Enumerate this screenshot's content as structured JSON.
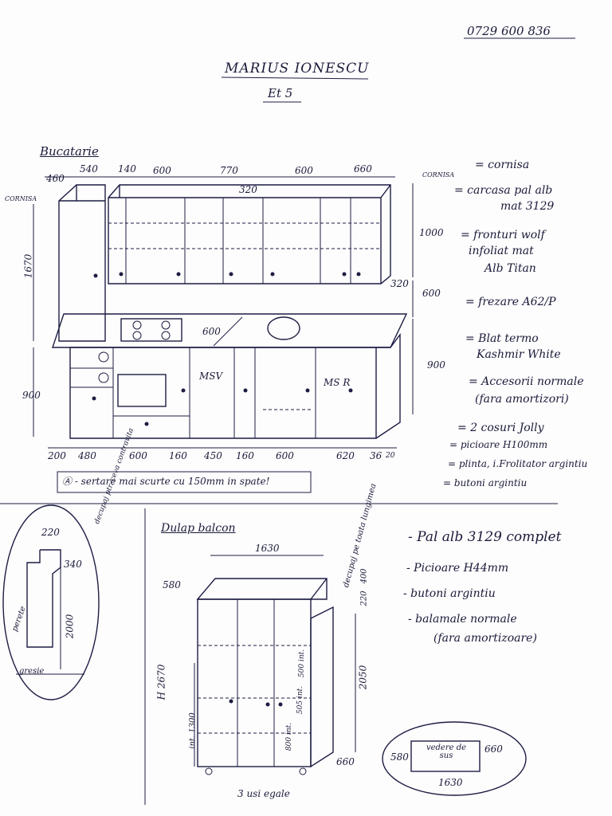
{
  "header": {
    "phone": "0729 600 836",
    "name": "MARIUS IONESCU",
    "subtitle": "Et 5"
  },
  "kitchen": {
    "title": "Bucatarie",
    "top_dims": [
      "460",
      "540",
      "140",
      "600",
      "770",
      "600",
      "660"
    ],
    "cornisa_left": "CORNISA",
    "cornisa_right": "CORNISA",
    "upper_height": "1000",
    "upper_depth": "320",
    "depth_320_top": "320",
    "gap": "600",
    "lower_height": "900",
    "left_height": "1670",
    "left_lower": "900",
    "worktop_600": "600",
    "msv": "MSV",
    "msr": "MS R",
    "bottom_dims": [
      "200",
      "480",
      "600",
      "160",
      "450",
      "160",
      "600",
      "620",
      "36",
      "20"
    ],
    "footnote": "Ⓐ - sertare mai scurte cu 150mm in spate!",
    "notes": [
      "= cornisa",
      "= carcasa pal alb",
      "mat 3129",
      "= fronturi wolf",
      "infoliat mat",
      "Alb Titan",
      "= frezare A62/P",
      "= Blat termo",
      "Kashmir White",
      "= Accesorii normale",
      "(fara amortizori)",
      "= 2 cosuri Jolly",
      "= picioare H100mm",
      "= plinta, i.Frolitator argintiu",
      "= butoni argintiu"
    ]
  },
  "detail": {
    "note": "decupaj ptr. ceva contravita",
    "w": "220",
    "h1": "340",
    "h2": "2000",
    "side": "perete",
    "floor": "gresie"
  },
  "balcony": {
    "title": "Dulap balcon",
    "width": "1630",
    "depth": "580",
    "height_label": "H 2670",
    "right_height": "2050",
    "top_400": "400",
    "top_220": "220",
    "cut_note": "decupaj pe toata lungimea",
    "int1300": "int. 1300",
    "int800": "800 int.",
    "int505": "505 int.",
    "int500": "500 int.",
    "depth_bottom": "660",
    "doors": "3 usi egale",
    "notes": [
      "- Pal alb 3129 complet",
      "- Picioare H44mm",
      "- butoni argintiu",
      "- balamale normale",
      "(fara amortizoare)"
    ],
    "topview": {
      "label": "vedere de sus",
      "left": "580",
      "right": "660",
      "bottom": "1630"
    }
  }
}
